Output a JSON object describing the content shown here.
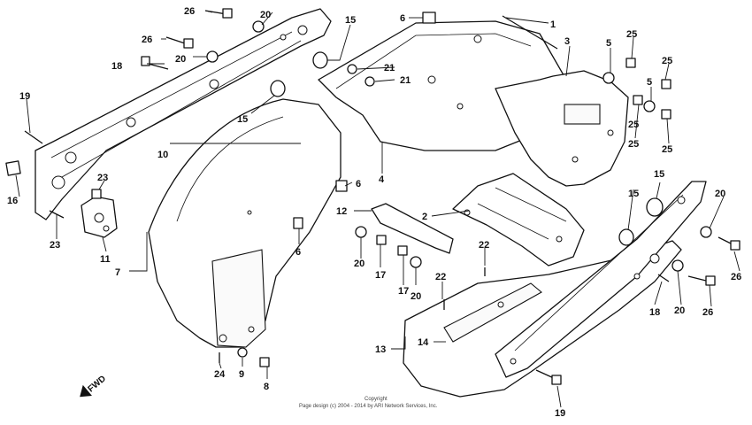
{
  "copyright": {
    "line1": "Copyright",
    "line2": "Page design (c) 2004 - 2014 by ARI Network Services, Inc."
  },
  "direction_label": "FWD",
  "callouts": [
    "1",
    "2",
    "3",
    "4",
    "5",
    "5",
    "6",
    "6",
    "6",
    "7",
    "8",
    "9",
    "10",
    "11",
    "12",
    "13",
    "14",
    "15",
    "15",
    "15",
    "15",
    "16",
    "17",
    "17",
    "18",
    "18",
    "19",
    "19",
    "20",
    "20",
    "20",
    "20",
    "20",
    "20",
    "21",
    "21",
    "22",
    "22",
    "23",
    "23",
    "24",
    "25",
    "25",
    "25",
    "25",
    "25",
    "26",
    "26",
    "26",
    "26"
  ]
}
